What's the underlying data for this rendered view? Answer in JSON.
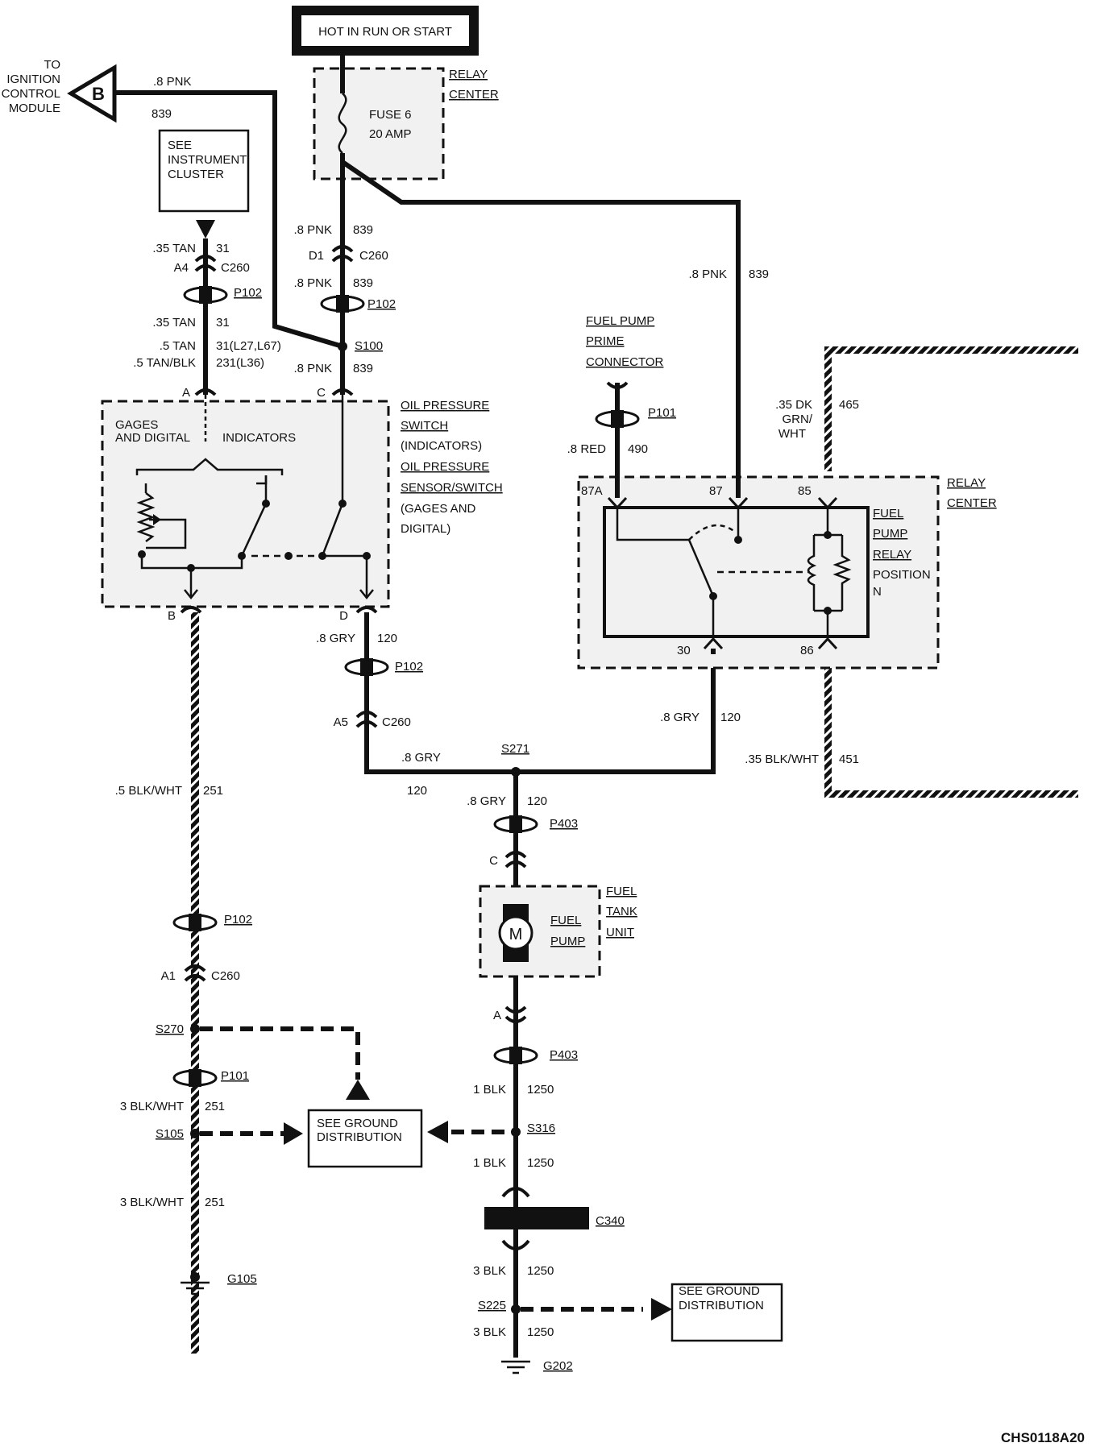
{
  "header": {
    "power_label": "HOT IN RUN OR START"
  },
  "relay_center_top": {
    "label1": "RELAY",
    "label2": "CENTER",
    "fuse_name": "FUSE 6",
    "fuse_rating": "20 AMP"
  },
  "ignition_ref": {
    "to": "TO",
    "line2": "IGNITION",
    "line3": "CONTROL",
    "line4": "MODULE",
    "letter": "B",
    "wire_color": ".8 PNK",
    "circuit": "839"
  },
  "instrument_ref": {
    "line1": "SEE",
    "line2": "INSTRUMENT",
    "line3": "CLUSTER"
  },
  "left_top": {
    "w1_color": ".35 TAN",
    "w1_circuit": "31",
    "pin_a4": "A4",
    "c260": "C260",
    "p102": "P102",
    "w2_color": ".35 TAN",
    "w2_circuit": "31",
    "w3_color": ".5 TAN",
    "w3_circuit": "31(L27,L67)",
    "w4_color": ".5 TAN/BLK",
    "w4_circuit": "231(L36)"
  },
  "center_top": {
    "w1_color": ".8 PNK",
    "w1_circuit": "839",
    "pin_d1": "D1",
    "c260": "C260",
    "w2_color": ".8 PNK",
    "w2_circuit": "839",
    "p102": "P102",
    "splice": "S100",
    "w3_color": ".8 PNK",
    "w3_circuit": "839"
  },
  "oil_sensor": {
    "pin_a": "A",
    "pin_c": "C",
    "pin_b": "B",
    "pin_d": "D",
    "label1": "OIL PRESSURE",
    "label2": "SWITCH",
    "label3": "(INDICATORS)",
    "label4": "OIL PRESSURE",
    "label5": "SENSOR/SWITCH",
    "label6": "(GAGES AND",
    "label7": "DIGITAL)",
    "inner1": "GAGES",
    "inner2": "AND DIGITAL",
    "inner3": "INDICATORS"
  },
  "center_mid": {
    "w1_color": ".8 GRY",
    "w1_circuit": "120",
    "p102": "P102",
    "pin_a5": "A5",
    "c260": "C260",
    "w2_color": ".8 GRY",
    "w2_circuit": "120",
    "splice": "S271",
    "w3_color": ".8 GRY",
    "w3_circuit": "120",
    "p403": "P403",
    "pin_c": "C"
  },
  "prime": {
    "label1": "FUEL PUMP",
    "label2": "PRIME",
    "label3": "CONNECTOR",
    "p101": "P101",
    "w_color": ".8 RED",
    "w_circuit": "490"
  },
  "relay_feed": {
    "w_color": ".8 PNK",
    "w_circuit": "839"
  },
  "relay": {
    "pin_87a": "87A",
    "pin_87": "87",
    "pin_85": "85",
    "pin_30": "30",
    "pin_86": "86",
    "label1": "FUEL",
    "label2": "PUMP",
    "label3": "RELAY",
    "label4": "POSITION",
    "label5": "N",
    "center1": "RELAY",
    "center2": "CENTER",
    "w465_color_1": ".35 DK",
    "w465_color_2": "GRN/",
    "w465_color_3": "WHT",
    "w465_circuit": "465",
    "w451_color": ".35 BLK/WHT",
    "w451_circuit": "451",
    "w30_color": ".8 GRY",
    "w30_circuit": "120"
  },
  "pump": {
    "tank1": "FUEL",
    "tank2": "TANK",
    "tank3": "UNIT",
    "pump1": "FUEL",
    "pump2": "PUMP",
    "motor": "M",
    "pin_a": "A",
    "p403": "P403",
    "w1_color": "1 BLK",
    "w1_circuit": "1250",
    "s316": "S316",
    "w2_color": "1 BLK",
    "w2_circuit": "1250",
    "c340": "C340",
    "w3_color": "3 BLK",
    "w3_circuit": "1250",
    "s225": "S225",
    "w4_color": "3 BLK",
    "w4_circuit": "1250",
    "g202": "G202"
  },
  "left_ground": {
    "w1_color": ".5 BLK/WHT",
    "w1_circuit": "251",
    "p102": "P102",
    "pin_a1": "A1",
    "c260": "C260",
    "s270": "S270",
    "p101": "P101",
    "w2_color": "3 BLK/WHT",
    "w2_circuit": "251",
    "s105": "S105",
    "w3_color": "3 BLK/WHT",
    "w3_circuit": "251",
    "g105": "G105"
  },
  "ground_ref_1": {
    "line1": "SEE GROUND",
    "line2": "DISTRIBUTION"
  },
  "ground_ref_2": {
    "line1": "SEE GROUND",
    "line2": "DISTRIBUTION"
  },
  "footer": {
    "code": "CHS0118A20"
  }
}
